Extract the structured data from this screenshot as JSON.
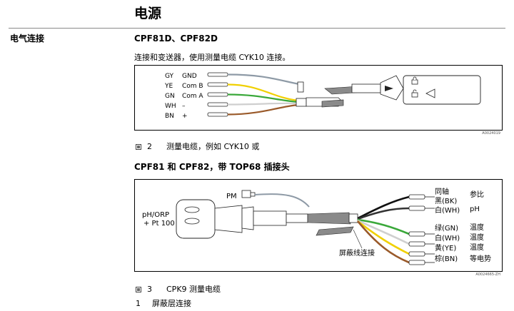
{
  "page": {
    "title": "电源"
  },
  "section": {
    "heading": "电气连接"
  },
  "block1": {
    "heading": "CPF81D、CPF82D",
    "intro": "连接和变送器，使用测量电缆 CYK10 连接。",
    "figure_id": "A0024019",
    "wires": [
      {
        "code": "GY",
        "name": "GND",
        "color": "#8e9aa6"
      },
      {
        "code": "YE",
        "name": "Com B",
        "color": "#f0d000"
      },
      {
        "code": "GN",
        "name": "Com A",
        "color": "#3aa83a"
      },
      {
        "code": "WH",
        "name": "–",
        "color": "#d8d8d8"
      },
      {
        "code": "BN",
        "name": "+",
        "color": "#9a5a2a"
      }
    ],
    "caption_num": "2",
    "caption_text": "测量电缆，例如 CYK10 或"
  },
  "block2": {
    "heading": "CPF81 和 CPF82，带 TOP68 插接头",
    "figure_id": "A0024665-ZH",
    "probe_label_line1": "pH/ORP",
    "probe_label_line2": "+ Pt 100",
    "pm_label": "PM",
    "shield_label": "屏蔽线连接",
    "wires": [
      {
        "color_label": "同轴",
        "signal": "参比"
      },
      {
        "color_label": "黑(BK)",
        "signal": ""
      },
      {
        "color_label": "白(WH)",
        "signal": "pH"
      },
      {
        "color_label": "绿(GN)",
        "signal": "温度"
      },
      {
        "color_label": "白(WH)",
        "signal": "温度"
      },
      {
        "color_label": "黄(YE)",
        "signal": "温度"
      },
      {
        "color_label": "棕(BN)",
        "signal": "等电势"
      }
    ],
    "caption_num": "3",
    "caption_text": "CPK9 测量电缆",
    "legend_num": "1",
    "legend_text": "屏蔽层连接"
  }
}
